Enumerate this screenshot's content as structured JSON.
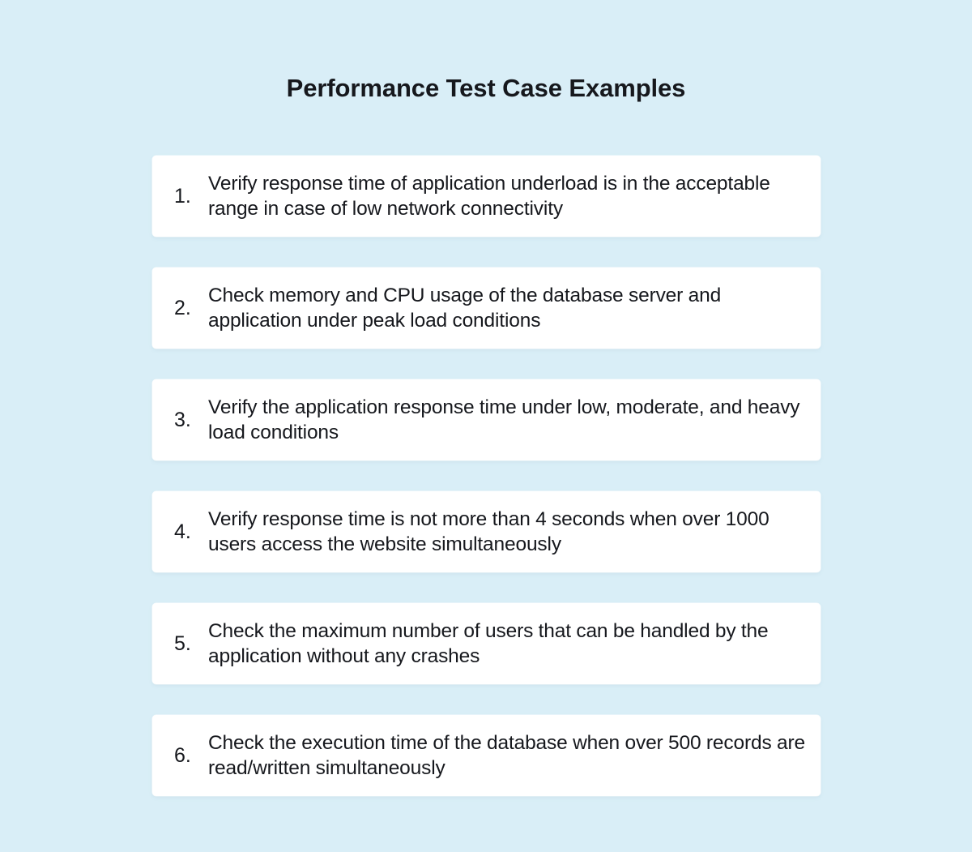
{
  "page": {
    "background_color": "#d9eef7",
    "card_color": "#ffffff",
    "text_color": "#16181d"
  },
  "header": {
    "title": "Performance Test Case Examples"
  },
  "list": {
    "items": [
      {
        "number": "1.",
        "text": "Verify response time of application underload is in the acceptable range in case of low network connectivity"
      },
      {
        "number": "2.",
        "text": "Check memory and CPU usage of the database server and application under peak load conditions"
      },
      {
        "number": "3.",
        "text": "Verify the application response time under low, moderate, and heavy load conditions"
      },
      {
        "number": "4.",
        "text": "Verify response time is not more than 4 seconds when over 1000 users access the website simultaneously"
      },
      {
        "number": "5.",
        "text": "Check the maximum number of users that can be handled by the application without any crashes"
      },
      {
        "number": "6.",
        "text": "Check the execution time of the database when over 500 records are read/written simultaneously"
      }
    ]
  }
}
